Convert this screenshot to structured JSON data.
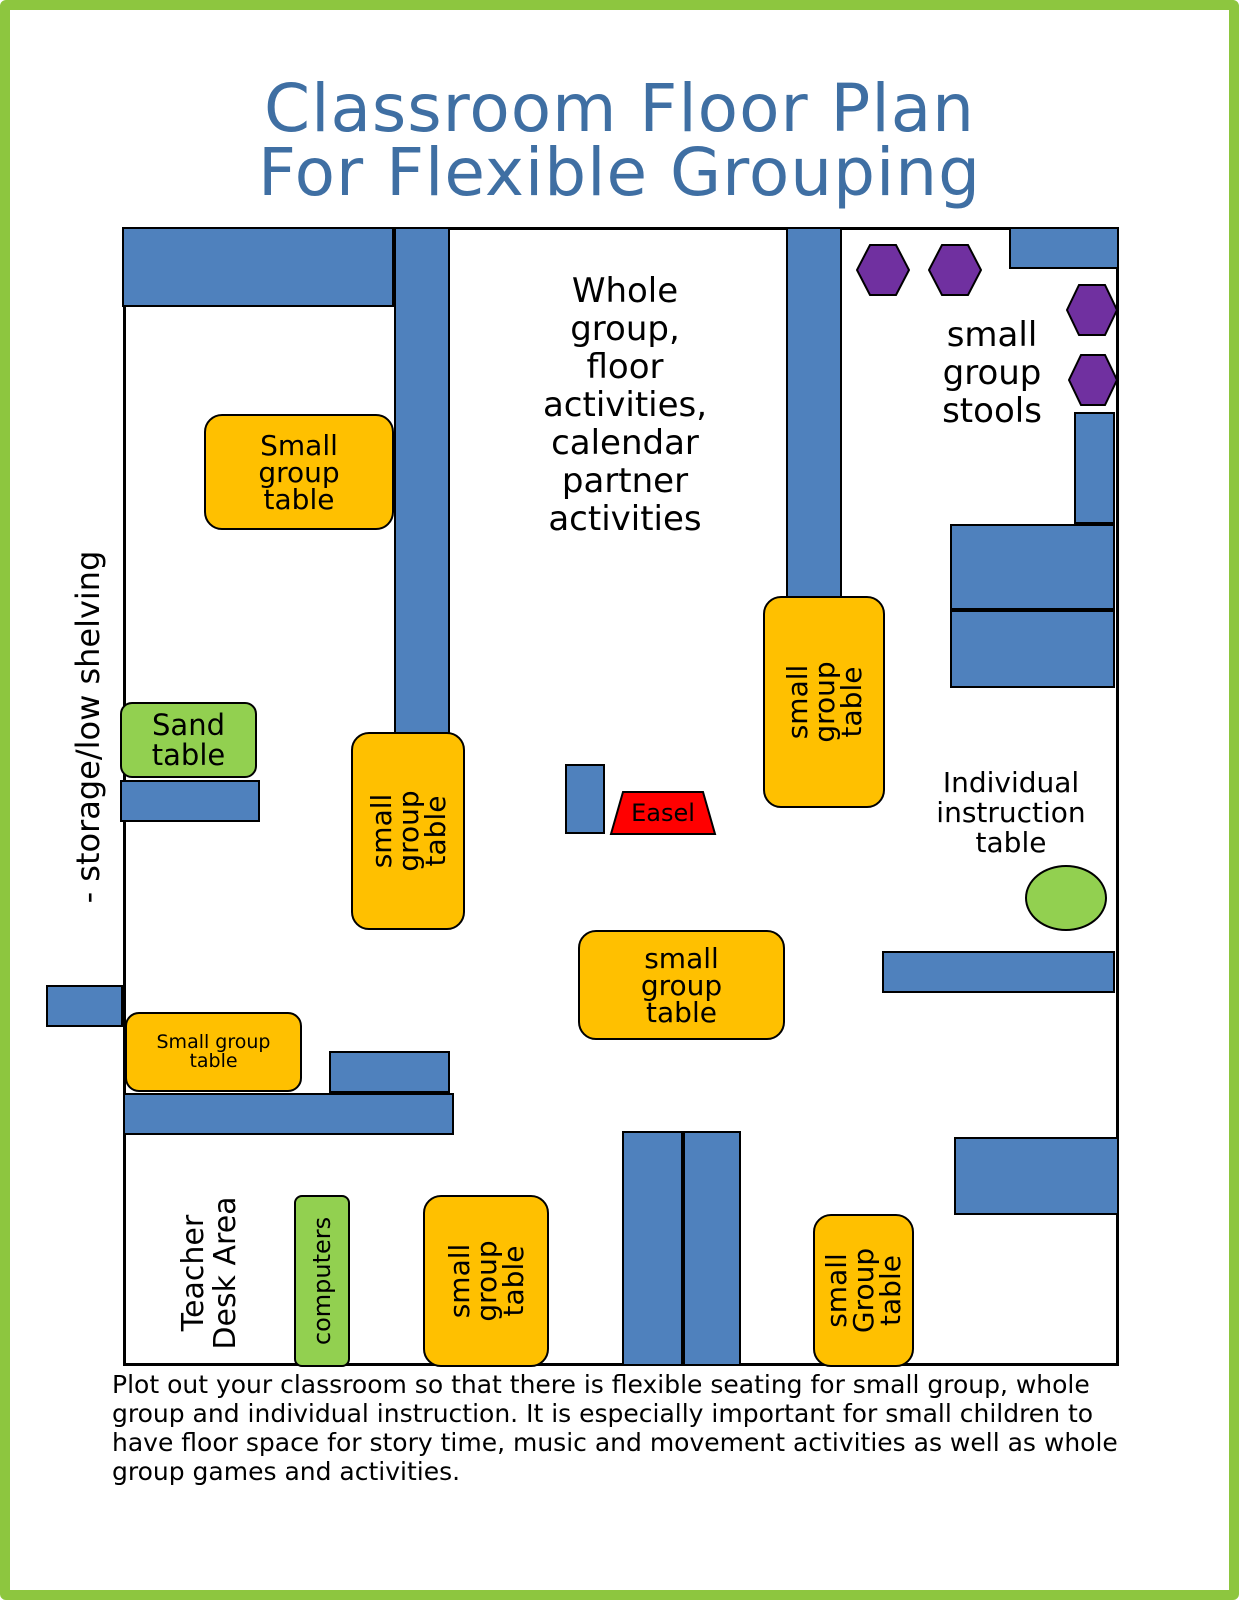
{
  "title": {
    "line1": "Classroom Floor Plan",
    "line2": "For Flexible Grouping"
  },
  "labels": {
    "whole_group": [
      "Whole",
      "group,",
      "floor",
      "activities,",
      "calendar",
      "partner",
      "activities"
    ],
    "stools": [
      "small",
      "group",
      "stools"
    ],
    "storage": "- storage/low shelving",
    "small_group_table_top_left": [
      "Small",
      "group",
      "table"
    ],
    "sand_table": [
      "Sand",
      "table"
    ],
    "small_group_table_left_center": [
      "small",
      "group",
      "table"
    ],
    "small_group_table_right_center": [
      "small",
      "group",
      "table"
    ],
    "easel": "Easel",
    "individual": [
      "Individual",
      "instruction",
      "table"
    ],
    "small_group_table_center": [
      "small",
      "group",
      "table"
    ],
    "small_group_table_left_lower": [
      "Small group",
      "table"
    ],
    "teacher_desk": [
      "Teacher",
      "Desk Area"
    ],
    "computers": "computers",
    "small_group_table_bottom": [
      "small",
      "group",
      "table"
    ],
    "small_group_table_bottom_right": [
      "small",
      "Group",
      "table"
    ]
  },
  "paragraph": "Plot out your classroom so that there is flexible seating for small group, whole group and individual instruction.  It is especially important for small children to have floor space for story time, music and movement activities as well as whole group games and activities.",
  "colors": {
    "border_green": "#8dc63f",
    "title_blue": "#3f6fa3",
    "shelf_blue": "#4f81bd",
    "table_orange": "#ffc000",
    "green_table": "#92d050",
    "easel_red": "#ff0000",
    "stool_purple": "#7030a0"
  }
}
